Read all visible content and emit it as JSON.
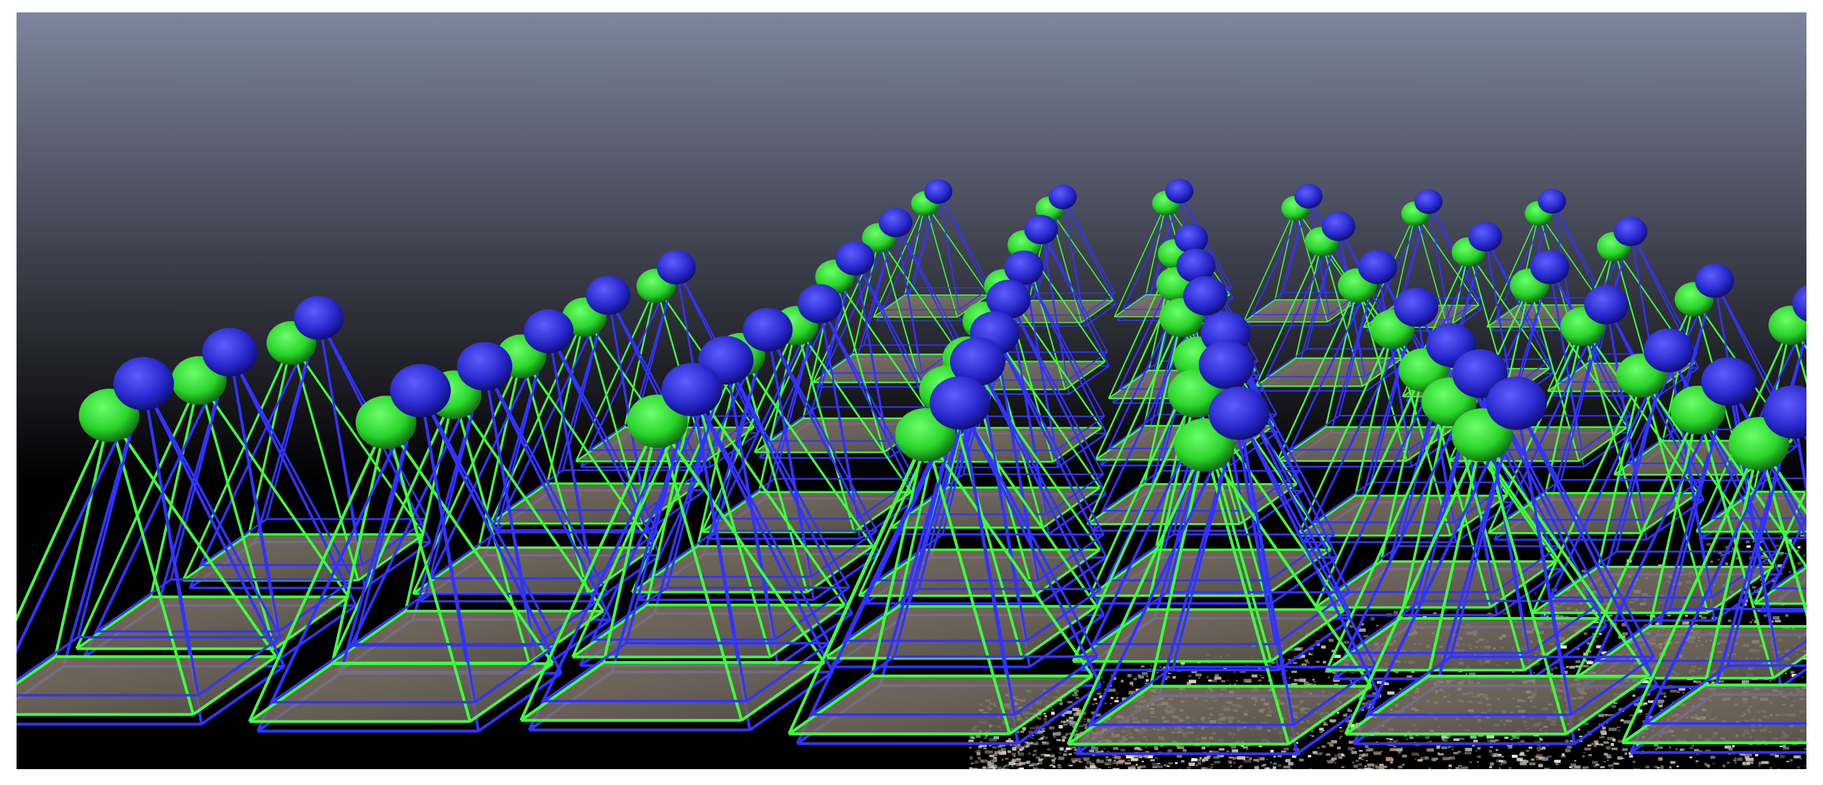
{
  "scene": {
    "description_kind": "3d-viewport-render",
    "sky_colors": {
      "top": "#7d869e",
      "mid": "#2a2b33",
      "bottom": "#000000"
    },
    "camera_pair_colors": {
      "primary": "#2ad42a",
      "secondary": "#2a2ad0"
    },
    "frustum_colors": {
      "primary": "#3cff3c",
      "secondary": "#3333ff"
    },
    "image_plane_tint": "#7a7166",
    "point_cloud_colors": [
      "#c8b59a",
      "#8a7a66",
      "#d9d2c2",
      "#6f8f8f",
      "#a7b8b8",
      "#ffffff",
      "#b08f78"
    ],
    "camera_grid": {
      "rows": 7,
      "cols": 8,
      "count": 56
    }
  }
}
